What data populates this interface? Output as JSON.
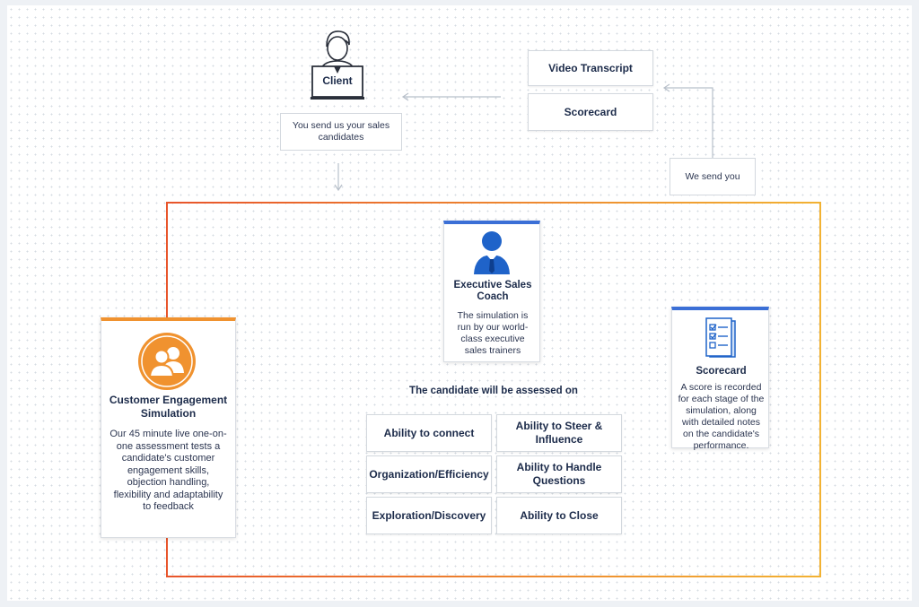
{
  "client": {
    "label": "Client",
    "note": "You send us your sales candidates",
    "icon": "person-at-laptop-icon"
  },
  "deliverables": {
    "video_transcript": "Video Transcript",
    "scorecard": "Scorecard",
    "note": "We send you"
  },
  "simulation": {
    "title": "Customer Engagement Simulation",
    "description": "Our 45 minute live one-on-one assessment tests a candidate's customer engagement skills, objection handling, flexibility and adaptability to feedback",
    "icon": "group-users-icon",
    "accent_color": "#f0922f"
  },
  "coach": {
    "title": "Executive Sales Coach",
    "description": "The simulation is run by our world-class executive sales trainers",
    "icon": "executive-person-icon",
    "accent_color": "#3b6fd6"
  },
  "scorecard_card": {
    "title": "Scorecard",
    "description": "A score is recorded for each stage of the simulation, along with detailed notes on the candidate's performance.",
    "icon": "checklist-document-icon"
  },
  "assessment": {
    "heading": "The candidate will be assessed on",
    "skills": [
      "Ability to connect",
      "Ability to Steer & Influence",
      "Organization/Efficiency",
      "Ability to Handle Questions",
      "Exploration/Discovery",
      "Ability to Close"
    ]
  },
  "colors": {
    "frame_gradient_start": "#e8552b",
    "frame_gradient_end": "#f2b233",
    "text_dark": "#1c2b4a",
    "arrow_gray": "#b8c0ca"
  }
}
